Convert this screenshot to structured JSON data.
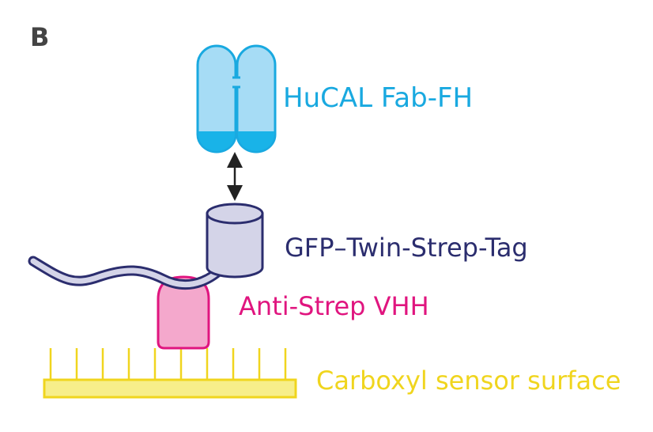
{
  "panel_label": "B",
  "labels": {
    "fab": "HuCAL Fab-FH",
    "gfp": "GFP–Twin-Strep-Tag",
    "vhh": "Anti-Strep VHH",
    "surface": "Carboxyl sensor surface"
  },
  "colors": {
    "fab_fill": "#a6dcf5",
    "fab_stroke": "#19a9e0",
    "fab_dark": "#19b3e8",
    "gfp_fill": "#d4d4e8",
    "gfp_stroke": "#2b2d6e",
    "vhh_fill": "#f4a8cc",
    "vhh_stroke": "#e0157f",
    "surface_fill": "#f7ee8a",
    "surface_stroke": "#f0d51e",
    "arrow": "#222222"
  }
}
